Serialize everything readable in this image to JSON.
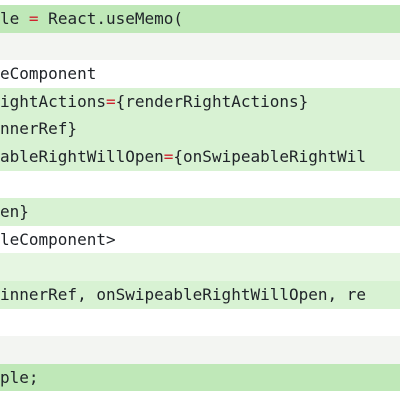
{
  "diff": {
    "lines": [
      {
        "state": "added-hl",
        "segments": [
          {
            "text": "le ",
            "tok": "plain"
          },
          {
            "text": "=",
            "tok": "operator"
          },
          {
            "text": " React.useMemo(",
            "tok": "plain"
          }
        ]
      },
      {
        "state": "muted",
        "segments": []
      },
      {
        "state": "context",
        "segments": [
          {
            "text": "eComponent",
            "tok": "plain"
          }
        ]
      },
      {
        "state": "added",
        "segments": [
          {
            "text": "ightActions",
            "tok": "plain"
          },
          {
            "text": "=",
            "tok": "operator"
          },
          {
            "text": "{renderRightActions}",
            "tok": "plain"
          }
        ]
      },
      {
        "state": "added",
        "segments": [
          {
            "text": "nnerRef}",
            "tok": "plain"
          }
        ]
      },
      {
        "state": "added",
        "segments": [
          {
            "text": "ableRightWillOpen",
            "tok": "plain"
          },
          {
            "text": "=",
            "tok": "operator"
          },
          {
            "text": "{onSwipeableRightWil",
            "tok": "plain"
          }
        ]
      },
      {
        "state": "context",
        "segments": []
      },
      {
        "state": "added",
        "segments": [
          {
            "text": "en}",
            "tok": "plain"
          }
        ]
      },
      {
        "state": "context",
        "segments": [
          {
            "text": "leComponent>",
            "tok": "plain"
          }
        ]
      },
      {
        "state": "blank-added",
        "segments": []
      },
      {
        "state": "added",
        "segments": [
          {
            "text": "innerRef, onSwipeableRightWillOpen, re",
            "tok": "plain"
          }
        ]
      },
      {
        "state": "context",
        "segments": []
      },
      {
        "state": "muted",
        "segments": []
      },
      {
        "state": "added-hl",
        "segments": [
          {
            "text": "ple;",
            "tok": "plain"
          }
        ]
      },
      {
        "state": "context",
        "segments": []
      }
    ]
  },
  "colors": {
    "added": "#d8f2d3",
    "added_highlight": "#bfe8b8",
    "operator": "#cf222e",
    "text": "#1f2328"
  }
}
